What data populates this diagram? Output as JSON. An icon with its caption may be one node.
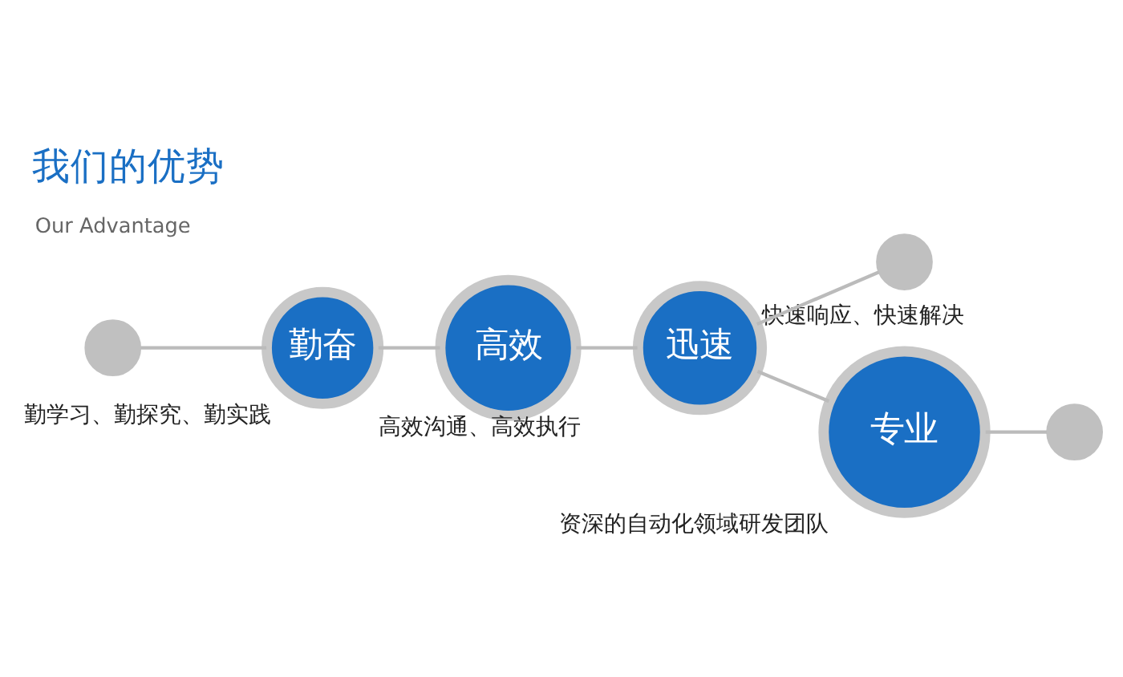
{
  "diagram": {
    "title": "我们的优势",
    "nodes": [
      {
        "text": [],
        "shape": "circle"
      },
      {
        "text": [
          "勤奋"
        ],
        "beside": [
          "勤学习、勤探究、勤实践"
        ]
      },
      {
        "text": [
          "高效"
        ],
        "beside": [
          "高效沟通、高效执行"
        ]
      },
      {
        "text": [
          "迅速"
        ],
        "beside": [
          "快速响应、快速解决"
        ]
      },
      {
        "text": [],
        "shape": "circle"
      },
      {
        "text": [
          "专业"
        ],
        "beside": [
          "资深的自动化领域研发团队"
        ]
      },
      {
        "text": [],
        "shape": "circle"
      }
    ],
    "edges": [
      {
        "from": 0,
        "to": 1,
        "arrow": "none"
      },
      {
        "from": 1,
        "to": 2,
        "arrow": "none"
      },
      {
        "from": 2,
        "to": 3,
        "arrow": "none"
      },
      {
        "from": 3,
        "to": 4,
        "arrow": "none"
      },
      {
        "from": 3,
        "to": 5,
        "arrow": "none"
      },
      {
        "from": 5,
        "to": 6,
        "arrow": "none"
      }
    ],
    "labels": [
      "Our Advantage"
    ]
  }
}
